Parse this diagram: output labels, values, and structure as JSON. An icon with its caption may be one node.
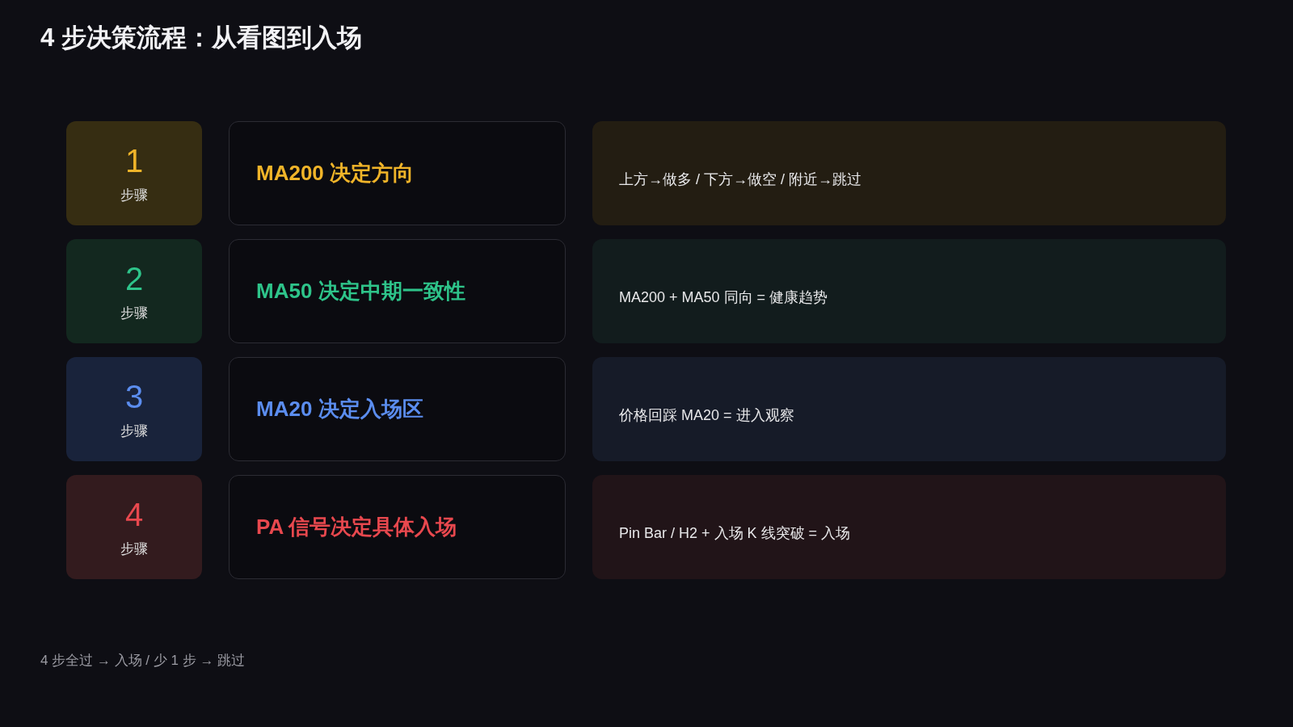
{
  "diagram": {
    "title": "4 步决策流程：从看图到入场",
    "nodes": [
      {
        "text": [
          "1",
          "步骤"
        ]
      },
      {
        "text": [
          "MA200 决定方向"
        ]
      },
      {
        "text": [
          "上方→做多 / 下方→做空 / 附近→跳过"
        ]
      },
      {
        "text": [
          "2",
          "步骤"
        ]
      },
      {
        "text": [
          "MA50 决定中期一致性"
        ]
      },
      {
        "text": [
          "MA200 + MA50 同向 = 健康趋势"
        ]
      },
      {
        "text": [
          "3",
          "步骤"
        ]
      },
      {
        "text": [
          "MA20 决定入场区"
        ]
      },
      {
        "text": [
          "价格回踩 MA20 = 进入观察"
        ]
      },
      {
        "text": [
          "4",
          "步骤"
        ]
      },
      {
        "text": [
          "PA 信号决定具体入场"
        ]
      },
      {
        "text": [
          "Pin Bar / H2 + 入场 K 线突破 = 入场"
        ]
      }
    ],
    "caption": "4 步全过 → 入场 / 少 1 步 → 跳过"
  }
}
